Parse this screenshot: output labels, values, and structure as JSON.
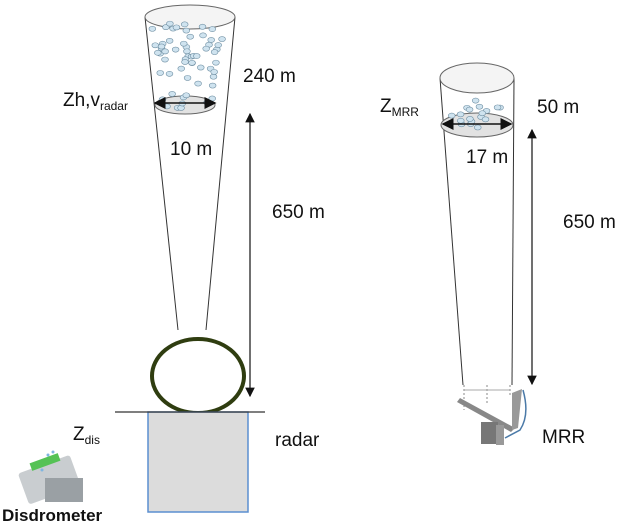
{
  "labels": {
    "radar_cone_top": "240 m",
    "radar_var_main": "Zh,v",
    "radar_var_sub": "radar",
    "radar_width": "10 m",
    "radar_height": "650 m",
    "mrr_var_main": "Z",
    "mrr_var_sub": "MRR",
    "mrr_cone_top": "50 m",
    "mrr_width": "17 m",
    "mrr_height": "650 m",
    "dis_var_main": "Z",
    "dis_var_sub": "dis",
    "radar_name": "radar",
    "mrr_name": "MRR",
    "disdrometer_name": "Disdrometer"
  },
  "colors": {
    "dome": "#2f3d10",
    "box_fill": "#dcdcdc",
    "box_stroke": "#5b8fd0",
    "particle": "#cfe3ef"
  }
}
